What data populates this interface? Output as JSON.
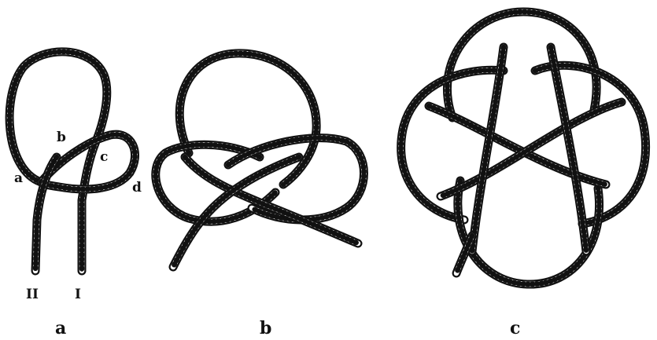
{
  "panels": [
    {
      "caption": "a",
      "point_labels": [
        "a",
        "b",
        "c",
        "d"
      ],
      "end_labels": [
        "II",
        "I"
      ]
    },
    {
      "caption": "b"
    },
    {
      "caption": "c"
    }
  ]
}
